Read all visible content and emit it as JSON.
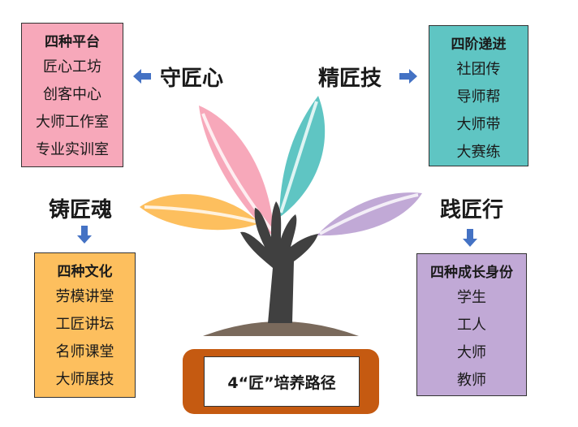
{
  "center": {
    "title": "4“匠”培养路径"
  },
  "headings": {
    "shou": "守匠心",
    "jing": "精匠技",
    "zhu": "铸匠魂",
    "jian": "践匠行"
  },
  "platform": {
    "title": "四种平台",
    "items": [
      "匠心工坊",
      "创客中心",
      "大师工作室",
      "专业实训室"
    ]
  },
  "stages": {
    "title": "四阶递进",
    "items": [
      "社团传",
      "导师帮",
      "大师带",
      "大赛练"
    ]
  },
  "culture": {
    "title": "四种文化",
    "items": [
      "劳模讲堂",
      "工匠讲坛",
      "名师课堂",
      "大师展技"
    ]
  },
  "identity": {
    "title": "四种成长身份",
    "items": [
      "学生",
      "工人",
      "大师",
      "教师"
    ]
  },
  "colors": {
    "pink": "#f7a8ba",
    "teal": "#5fc5c3",
    "orange": "#fdbf5e",
    "purple": "#c1a9d6",
    "brown": "#c55a11",
    "arrow": "#4472c4",
    "trunk": "#404040",
    "ground": "#7a6a5c"
  }
}
